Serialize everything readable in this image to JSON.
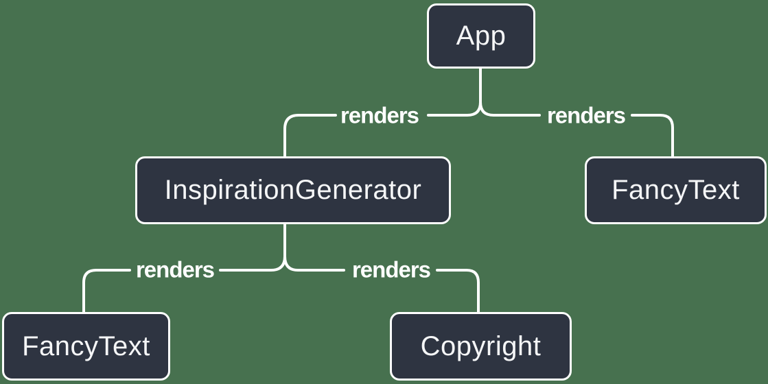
{
  "diagram": {
    "background_color": "#47714F",
    "node_fill_color": "#2E3441",
    "node_border_color": "#FFFFFF",
    "node_text_color": "#F5F6F7",
    "edge_color": "#FFFFFF",
    "nodes": [
      {
        "id": "app",
        "label": "App"
      },
      {
        "id": "inspiration-generator",
        "label": "InspirationGenerator"
      },
      {
        "id": "fancy-text-top",
        "label": "FancyText"
      },
      {
        "id": "fancy-text-bottom",
        "label": "FancyText"
      },
      {
        "id": "copyright",
        "label": "Copyright"
      }
    ],
    "edges": [
      {
        "from": "App",
        "to": "InspirationGenerator",
        "label": "renders"
      },
      {
        "from": "App",
        "to": "FancyText",
        "label": "renders"
      },
      {
        "from": "InspirationGenerator",
        "to": "FancyText",
        "label": "renders"
      },
      {
        "from": "InspirationGenerator",
        "to": "Copyright",
        "label": "renders"
      }
    ]
  }
}
